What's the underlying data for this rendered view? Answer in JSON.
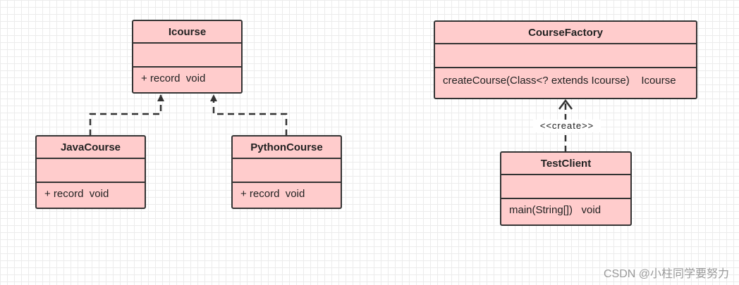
{
  "classes": {
    "icourse": {
      "name": "Icourse",
      "methods": "+ record  void"
    },
    "java_course": {
      "name": "JavaCourse",
      "methods": "+ record  void"
    },
    "python_course": {
      "name": "PythonCourse",
      "methods": "+ record  void"
    },
    "course_factory": {
      "name": "CourseFactory",
      "methods": "createCourse(Class<? extends Icourse)    Icourse"
    },
    "test_client": {
      "name": "TestClient",
      "methods": "main(String[])   void"
    }
  },
  "relations": {
    "create_label": "<<create>>"
  },
  "watermark": "CSDN @小柱同学要努力",
  "colors": {
    "class_fill": "#ffcccc",
    "class_border": "#333333",
    "grid_line": "#ececec",
    "watermark": "#9a9a9a"
  }
}
